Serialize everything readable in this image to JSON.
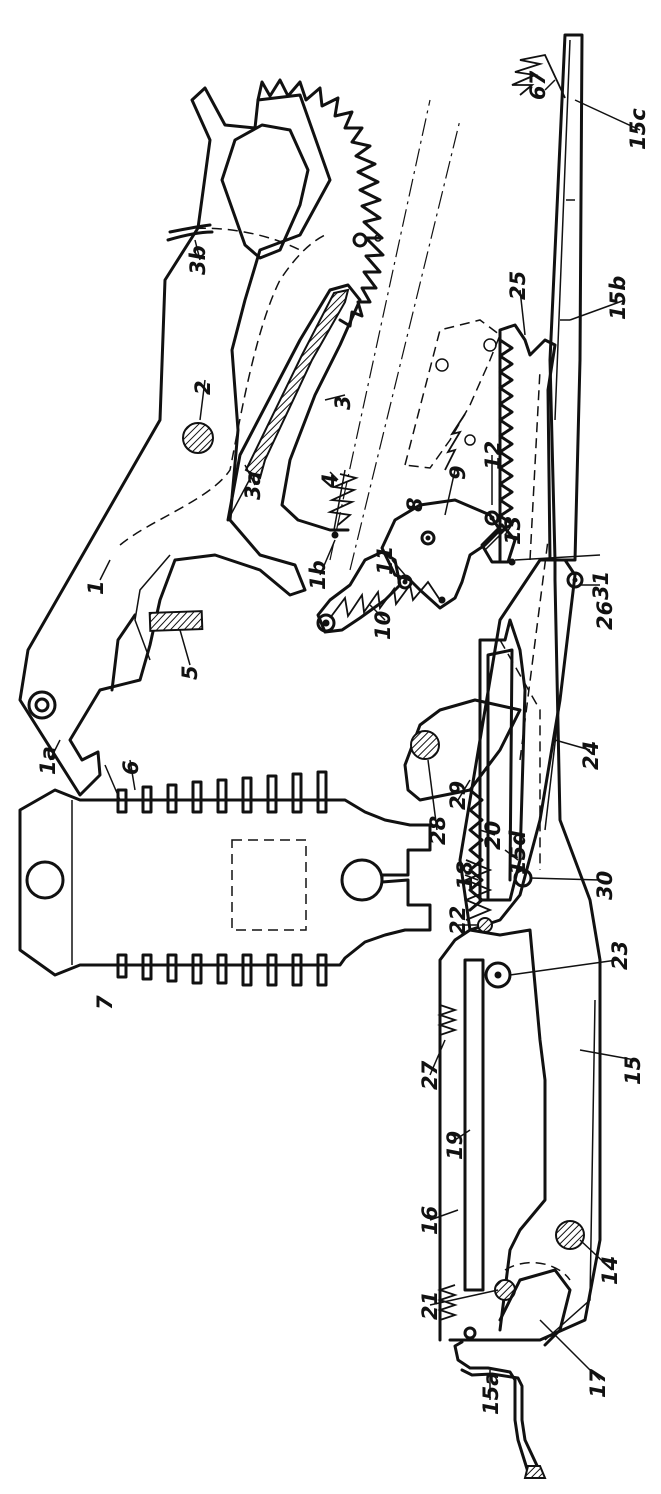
{
  "figure": {
    "labels": [
      {
        "id": "1",
        "text": "1"
      },
      {
        "id": "1a",
        "text": "1a"
      },
      {
        "id": "1b",
        "text": "1b"
      },
      {
        "id": "2",
        "text": "2"
      },
      {
        "id": "3",
        "text": "3"
      },
      {
        "id": "3a",
        "text": "3a"
      },
      {
        "id": "3b",
        "text": "3b"
      },
      {
        "id": "4",
        "text": "4"
      },
      {
        "id": "5",
        "text": "5"
      },
      {
        "id": "6",
        "text": "6"
      },
      {
        "id": "7",
        "text": "7"
      },
      {
        "id": "8",
        "text": "8"
      },
      {
        "id": "9",
        "text": "9"
      },
      {
        "id": "10",
        "text": "10"
      },
      {
        "id": "11",
        "text": "11"
      },
      {
        "id": "12",
        "text": "12"
      },
      {
        "id": "13",
        "text": "13"
      },
      {
        "id": "14",
        "text": "14"
      },
      {
        "id": "15",
        "text": "15"
      },
      {
        "id": "15a",
        "text": "15a"
      },
      {
        "id": "15b",
        "text": "15b"
      },
      {
        "id": "15c",
        "text": "15c"
      },
      {
        "id": "15d",
        "text": "15d"
      },
      {
        "id": "16",
        "text": "16"
      },
      {
        "id": "17",
        "text": "17"
      },
      {
        "id": "18",
        "text": "18"
      },
      {
        "id": "19",
        "text": "19"
      },
      {
        "id": "20",
        "text": "20"
      },
      {
        "id": "21",
        "text": "21"
      },
      {
        "id": "22",
        "text": "22"
      },
      {
        "id": "23",
        "text": "23"
      },
      {
        "id": "24",
        "text": "24"
      },
      {
        "id": "25",
        "text": "25"
      },
      {
        "id": "26",
        "text": "26"
      },
      {
        "id": "27",
        "text": "27"
      },
      {
        "id": "28",
        "text": "28"
      },
      {
        "id": "29",
        "text": "29"
      },
      {
        "id": "30",
        "text": "30"
      },
      {
        "id": "31",
        "text": "31"
      },
      {
        "id": "67",
        "text": "67"
      }
    ]
  }
}
